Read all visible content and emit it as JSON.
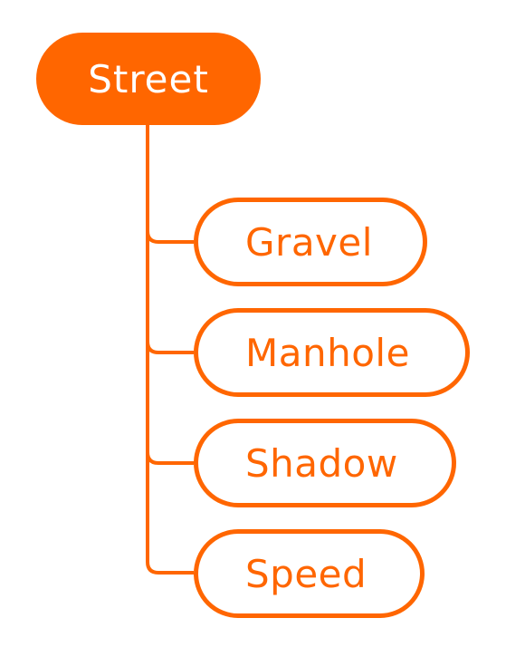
{
  "root": {
    "label": "Street"
  },
  "children": [
    {
      "label": "Gravel"
    },
    {
      "label": "Manhole"
    },
    {
      "label": "Shadow"
    },
    {
      "label": "Speed"
    }
  ],
  "colors": {
    "accent": "#FF6600",
    "background": "#FFFFFF",
    "root_text": "#FFFFFF"
  }
}
